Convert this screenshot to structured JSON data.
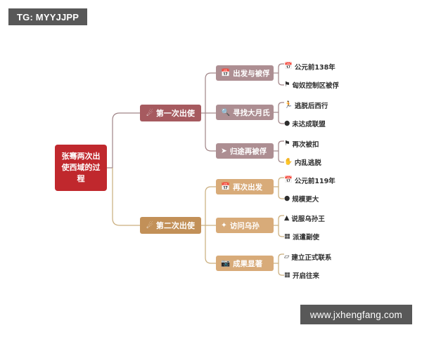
{
  "watermarks": {
    "top": "TG: MYYJJPP",
    "bottom": "www.jxhengfang.com"
  },
  "colors": {
    "root": "#c0282d",
    "branch_first": "#a65a5f",
    "branch_second": "#c29058",
    "child_rose": "#ad8e92",
    "child_tan": "#d8ab79",
    "link_rose": "#a08487",
    "link_tan": "#c9ad7c",
    "leaf_text": "#2e2e2e",
    "watermark_bg": "#585858"
  },
  "mindmap": {
    "root": {
      "label": "张骞两次出使西域的过程"
    },
    "branches": [
      {
        "label": "第一次出使",
        "icon": "red-comet-icon",
        "icon_glyph": "☄",
        "children": [
          {
            "label": "出发与被俘",
            "icon": "calendar-icon",
            "icon_glyph": "📅",
            "leaves": [
              {
                "label": "公元前138年",
                "icon": "calendar-icon",
                "icon_glyph": "📅"
              },
              {
                "label": "匈奴控制区被俘",
                "icon": "flag-icon",
                "icon_glyph": "⚑"
              }
            ]
          },
          {
            "label": "寻找大月氏",
            "icon": "magnifier-icon",
            "icon_glyph": "🔍",
            "leaves": [
              {
                "label": "逃脱后西行",
                "icon": "runner-icon",
                "icon_glyph": "🏃"
              },
              {
                "label": "未达成联盟",
                "icon": "circle-icon",
                "icon_glyph": "●"
              }
            ]
          },
          {
            "label": "归途再被俘",
            "icon": "arrow-icon",
            "icon_glyph": "➤",
            "leaves": [
              {
                "label": "再次被扣",
                "icon": "flag-icon",
                "icon_glyph": "⚑"
              },
              {
                "label": "内乱逃脱",
                "icon": "hand-icon",
                "icon_glyph": "✋"
              }
            ]
          }
        ]
      },
      {
        "label": "第二次出使",
        "icon": "red-comet-icon",
        "icon_glyph": "☄",
        "children": [
          {
            "label": "再次出发",
            "icon": "calendar-icon",
            "icon_glyph": "📅",
            "leaves": [
              {
                "label": "公元前119年",
                "icon": "calendar-icon",
                "icon_glyph": "📅"
              },
              {
                "label": "规模更大",
                "icon": "orange-dot-icon",
                "icon_glyph": "●"
              }
            ]
          },
          {
            "label": "访问乌孙",
            "icon": "star-icon",
            "icon_glyph": "✦",
            "leaves": [
              {
                "label": "说服乌孙王",
                "icon": "mountain-icon",
                "icon_glyph": "▲"
              },
              {
                "label": "派遣副使",
                "icon": "building-icon",
                "icon_glyph": "▦"
              }
            ]
          },
          {
            "label": "成果显著",
            "icon": "camera-icon",
            "icon_glyph": "📷",
            "leaves": [
              {
                "label": "建立正式联系",
                "icon": "ribbon-icon",
                "icon_glyph": "▱"
              },
              {
                "label": "开启往来",
                "icon": "pink-square-icon",
                "icon_glyph": "▦"
              }
            ]
          }
        ]
      }
    ]
  }
}
